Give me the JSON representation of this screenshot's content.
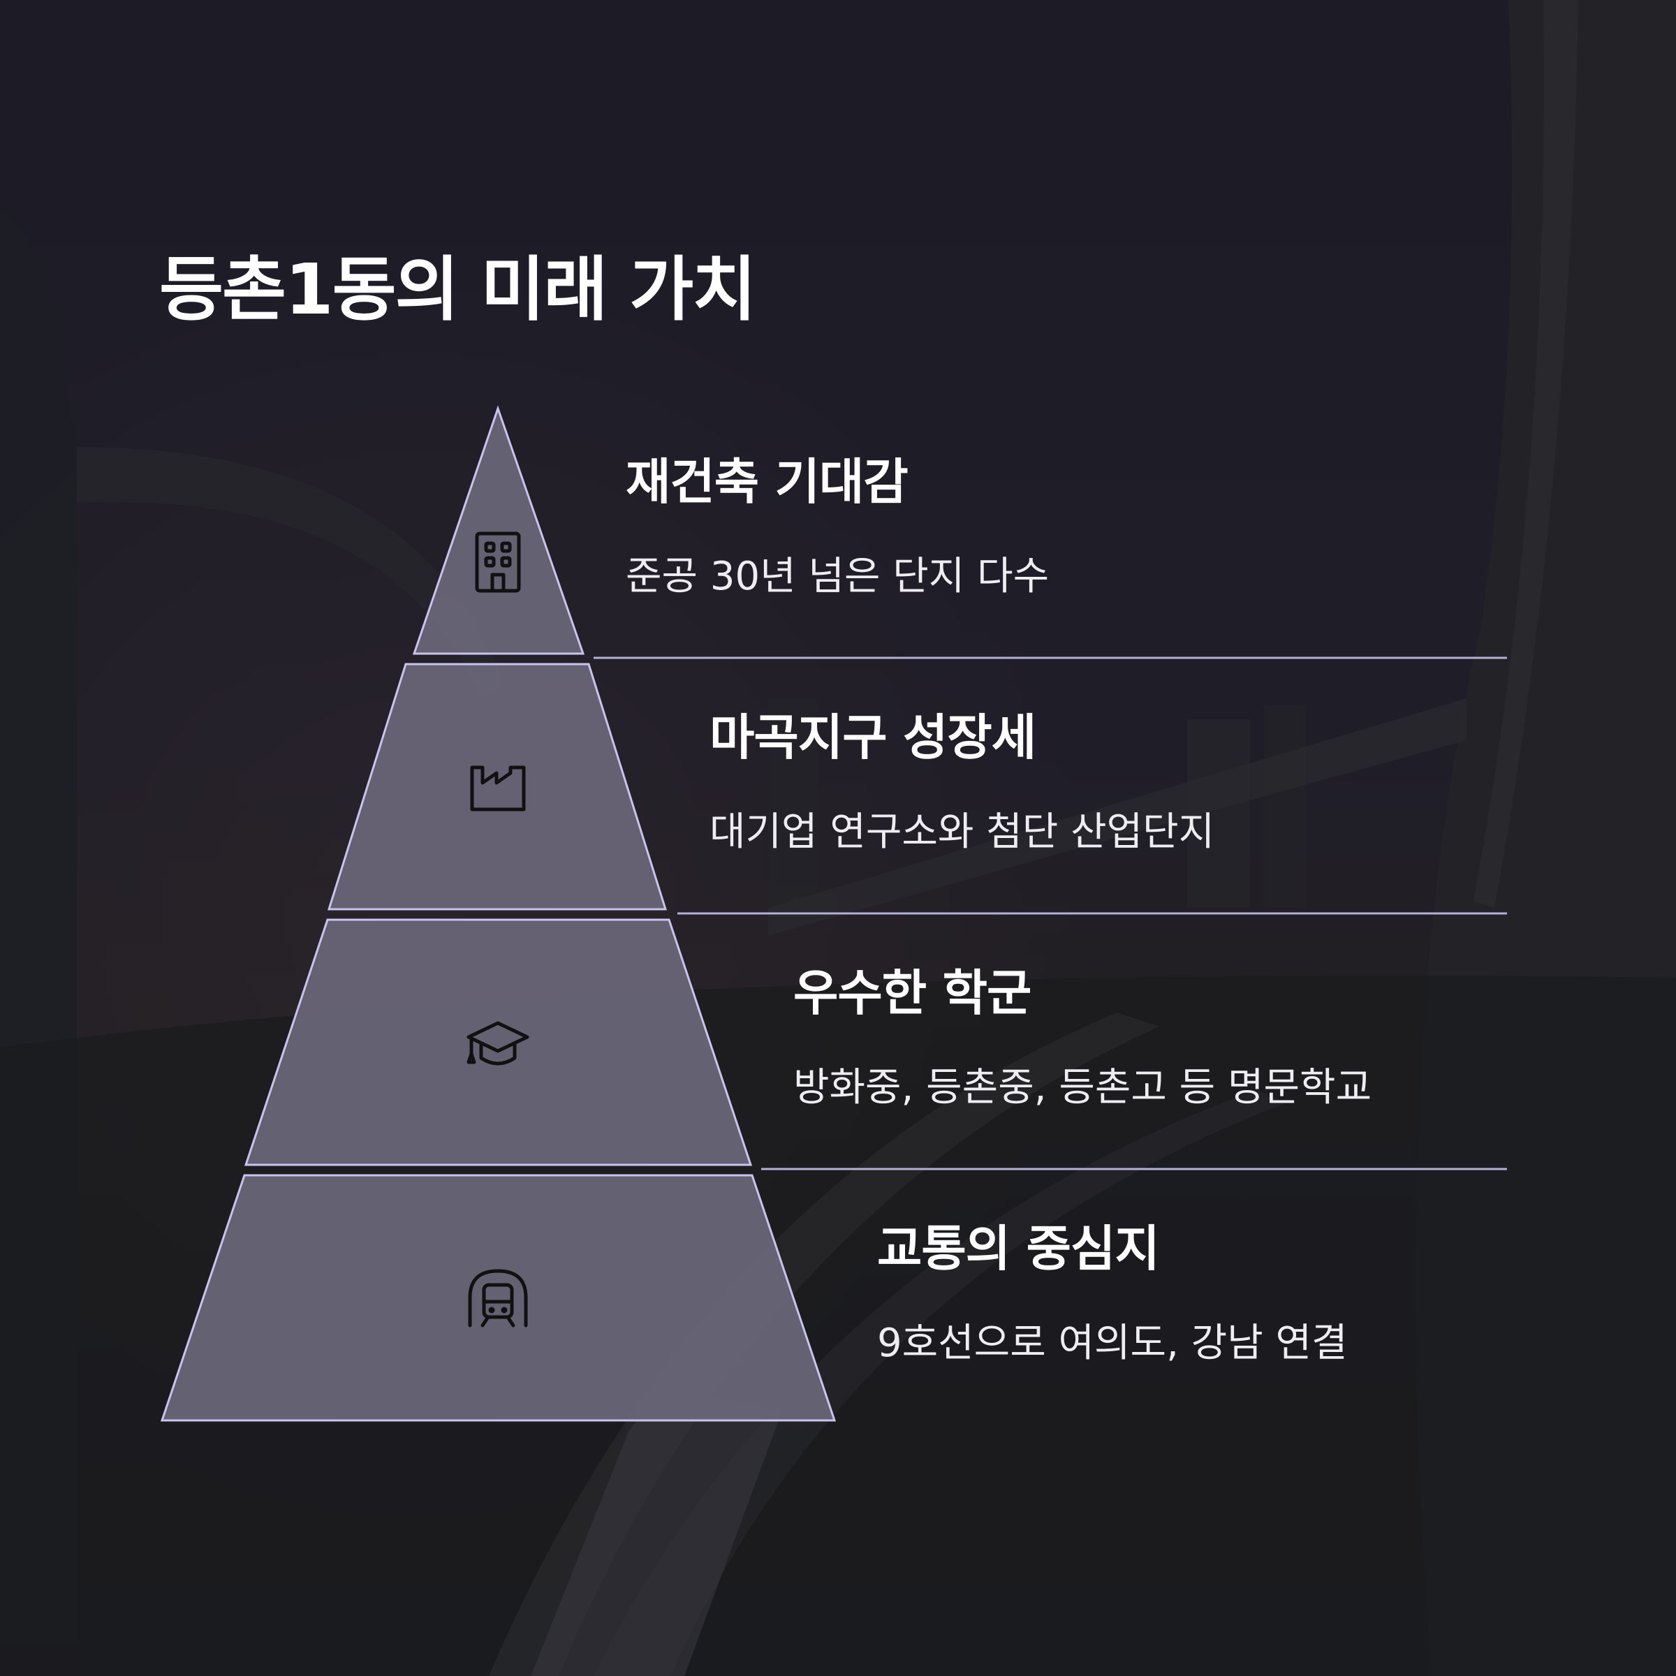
{
  "title": "등촌1동의 미래 가치",
  "colors": {
    "background_dark": "#1c1a24",
    "pyramid_fill": "#6a6779",
    "pyramid_stroke": "#c9c3ee",
    "divider": "#b5b0d6",
    "text": "#ffffff",
    "icon": "#111111"
  },
  "levels": [
    {
      "title": "재건축 기대감",
      "description": "준공 30년 넘은 단지 다수",
      "icon": "building-icon"
    },
    {
      "title": "마곡지구 성장세",
      "description": "대기업 연구소와 첨단 산업단지",
      "icon": "factory-icon"
    },
    {
      "title": "우수한 학군",
      "description": "방화중, 등촌중, 등촌고 등 명문학교",
      "icon": "graduation-cap-icon"
    },
    {
      "title": "교통의 중심지",
      "description": "9호선으로 여의도, 강남 연결",
      "icon": "subway-train-icon"
    }
  ]
}
